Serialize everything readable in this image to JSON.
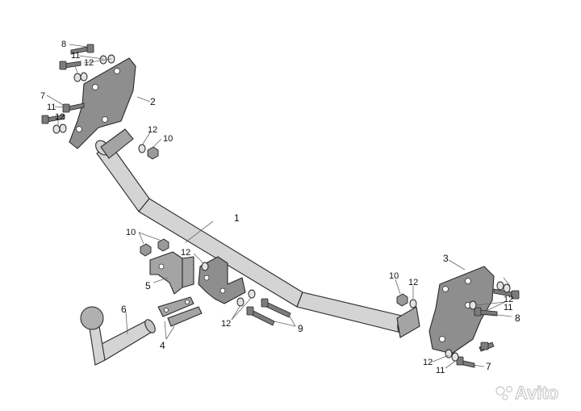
{
  "callouts": {
    "main_tube": "1",
    "left_plate": "2",
    "right_plate": "3",
    "link_plate": "4",
    "bracket": "5",
    "tow_ball": "6",
    "bolt_7": "7",
    "bolt_8": "8",
    "bolt_9": "9",
    "nut_10": "10",
    "washer_11": "11",
    "washer_12": "12"
  },
  "watermark": {
    "text": "Avito"
  }
}
